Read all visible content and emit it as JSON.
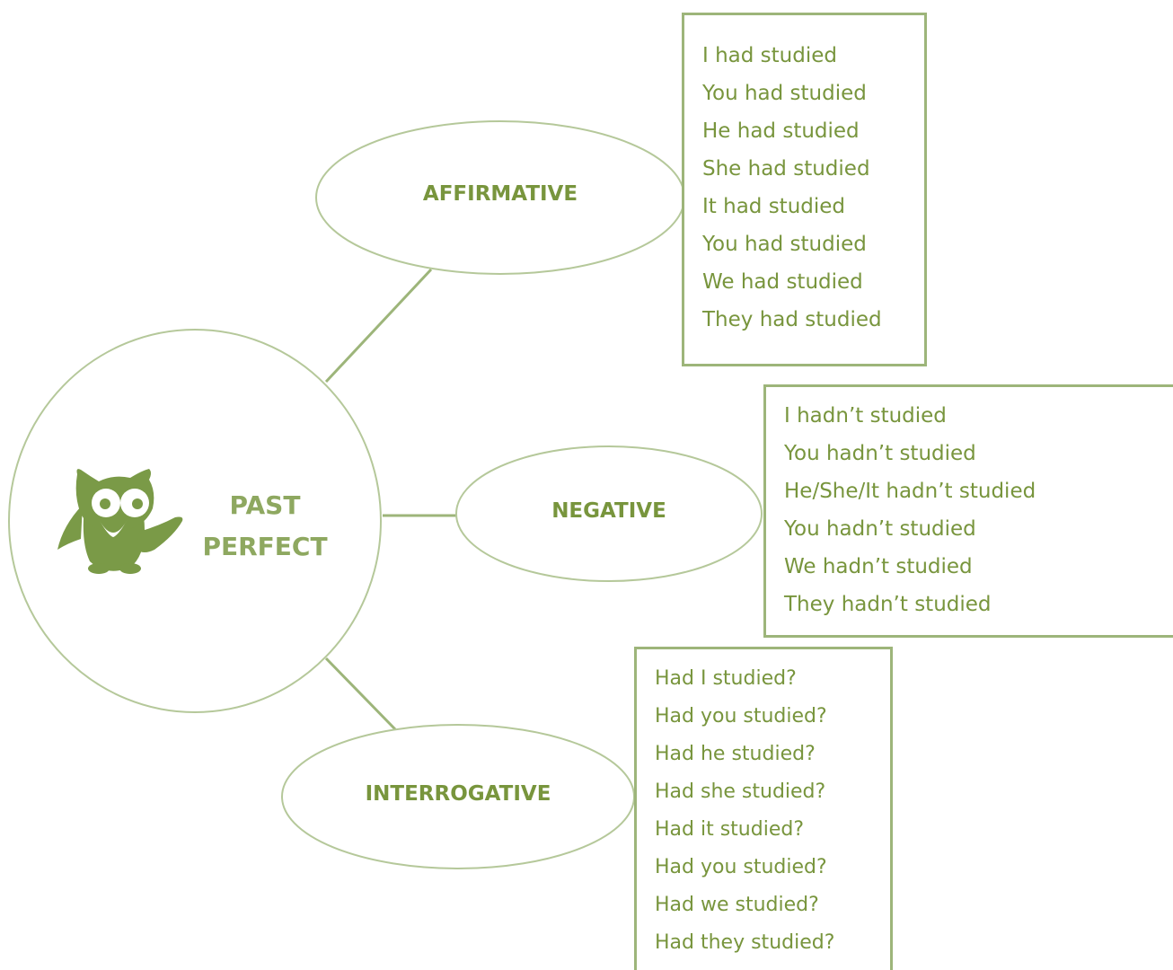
{
  "center": {
    "title_line1": "PAST",
    "title_line2": "PERFECT",
    "icon": "owl-icon"
  },
  "bubbles": {
    "affirmative": "AFFIRMATIVE",
    "negative": "NEGATIVE",
    "interrogative": "INTERROGATIVE"
  },
  "affirmative_items": [
    "I had studied",
    "You had studied",
    "He had studied",
    "She had studied",
    "It had studied",
    "You had studied",
    "We had studied",
    "They had studied"
  ],
  "negative_items": [
    "I hadn’t studied",
    "You hadn’t studied",
    "He/She/It hadn’t studied",
    "You hadn’t studied",
    "We hadn’t studied",
    "They hadn’t studied"
  ],
  "interrogative_items": [
    "Had I studied?",
    "Had you studied?",
    "Had he studied?",
    "Had she studied?",
    "Had it studied?",
    "Had you studied?",
    "Had we studied?",
    "Had they studied?"
  ],
  "colors": {
    "text": "#78953d",
    "outline": "#9db57a",
    "owl": "#7a9a47"
  }
}
